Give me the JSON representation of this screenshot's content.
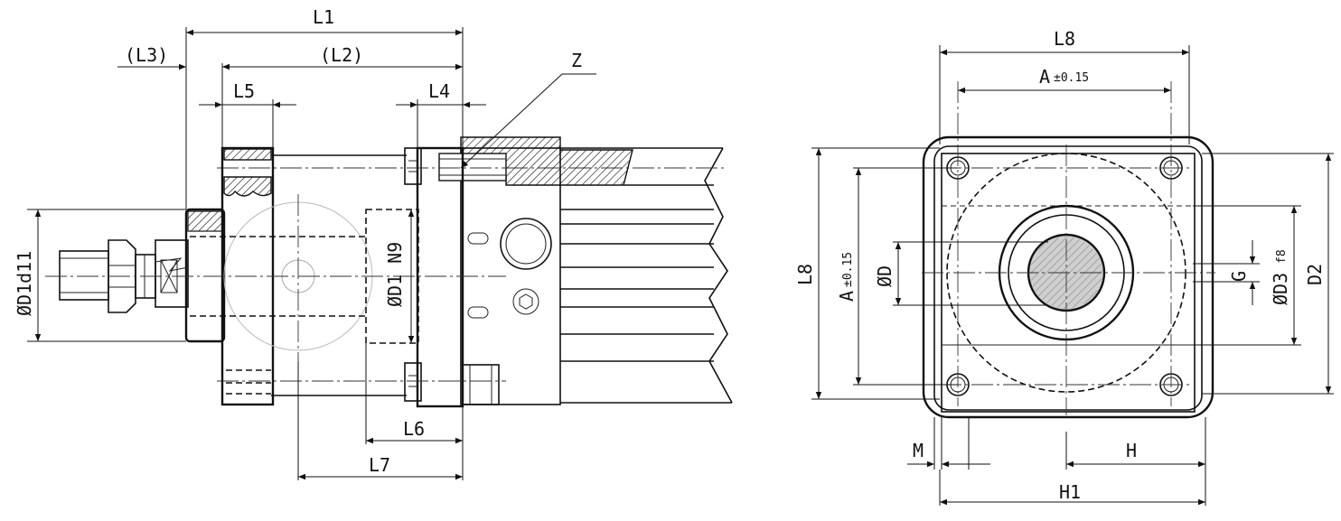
{
  "side_view": {
    "labels": {
      "L1": "L1",
      "L2": "(L2)",
      "L3": "(L3)",
      "L4": "L4",
      "L5": "L5",
      "L6": "L6",
      "L7": "L7",
      "Z": "Z",
      "D1d11": "ØD1d11",
      "D1N9": "ØD1 N9"
    }
  },
  "front_view": {
    "labels": {
      "L8_top": "L8",
      "A_top_main": "A",
      "A_top_tol": "±0.15",
      "L8_left": "L8",
      "A_left_main": "A",
      "A_left_tol": "±0.15",
      "D": "ØD",
      "G": "G",
      "D3f8_main": "ØD3",
      "D3f8_tol": "f8",
      "D2": "D2",
      "M": "M",
      "H": "H",
      "H1": "H1"
    }
  }
}
